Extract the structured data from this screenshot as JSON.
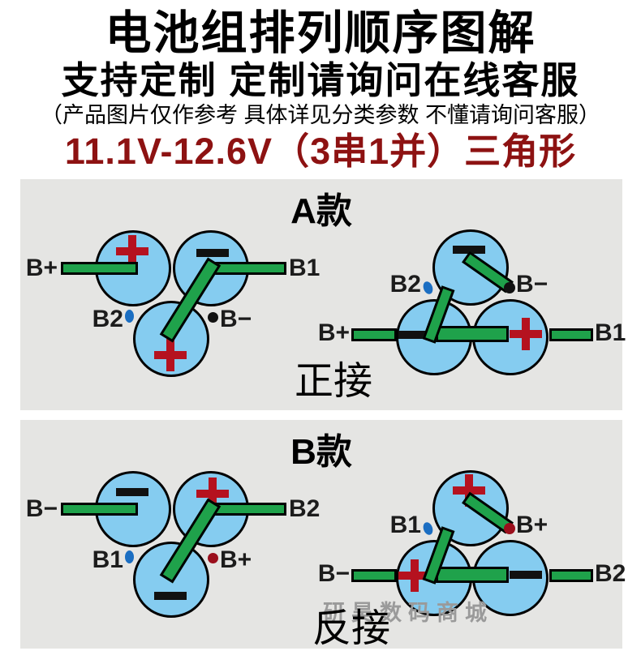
{
  "header": {
    "title": "电池组排列顺序图解",
    "subtitle": "支持定制 定制请询问在线客服",
    "note": "（产品图片仅作参考 具体详见分类参数 不懂请询问客服）",
    "spec": "11.1V-12.6V（3串1并）三角形"
  },
  "sections": [
    {
      "label": "A款",
      "caption": "正接",
      "left": {
        "terminal_left": "B+",
        "terminal_right": "B1",
        "inner_left": "B2",
        "inner_right": "B−",
        "inner_left_dot_color": "#1b6ec2",
        "inner_right_dot_color": "#111111",
        "cell_top_left": "+",
        "cell_top_right": "-",
        "cell_bottom": "+"
      },
      "right": {
        "terminal_left": "B+",
        "terminal_right": "B1",
        "top_left": "B2",
        "top_right": "B−",
        "top_left_dot_color": "#1b6ec2",
        "top_right_dot_color": "#111111",
        "cell_top": "-",
        "cell_bottom_left": "-",
        "cell_bottom_right": "+"
      }
    },
    {
      "label": "B款",
      "caption": "反接",
      "left": {
        "terminal_left": "B−",
        "terminal_right": "B2",
        "inner_left": "B1",
        "inner_right": "B+",
        "inner_left_dot_color": "#1b6ec2",
        "inner_right_dot_color": "#9b0f1c",
        "cell_top_left": "-",
        "cell_top_right": "+",
        "cell_bottom": "-"
      },
      "right": {
        "terminal_left": "B−",
        "terminal_right": "B2",
        "top_left": "B1",
        "top_right": "B+",
        "top_left_dot_color": "#1b6ec2",
        "top_right_dot_color": "#9b0f1c",
        "cell_top": "+",
        "cell_bottom_left": "+",
        "cell_bottom_right": "-"
      }
    }
  ],
  "watermark": "研昊数码商城",
  "colors": {
    "panel_bg": "#e5e5e3",
    "cell_fill": "#85ccf0",
    "strip_green": "#1fa24b",
    "plus_red": "#b5121f",
    "minus_black": "#111111",
    "spec_red": "#8d1212",
    "dot_blue": "#1b6ec2",
    "dot_black": "#111111",
    "dot_dark_red": "#9b0f1c"
  }
}
